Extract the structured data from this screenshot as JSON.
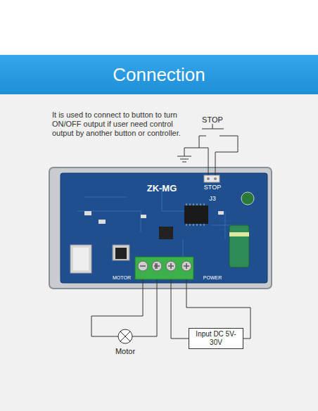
{
  "diagram": {
    "title": "Connection",
    "nodes": [
      {
        "text": [
          "ZK-MG"
        ]
      },
      {
        "text": [
          "Motor"
        ]
      },
      {
        "text": [
          "Input DC 5V-30V"
        ]
      }
    ],
    "edges": [
      {
        "from": 0,
        "to": 1,
        "arrow": "none"
      },
      {
        "from": 0,
        "to": 2,
        "arrow": "none"
      }
    ],
    "labels": [
      "It is used to connect to button to turn ON/OFF output if user need control output by another button or controller.",
      "STOP",
      "STOP",
      "J3",
      "MOTOR",
      "POWER"
    ]
  }
}
